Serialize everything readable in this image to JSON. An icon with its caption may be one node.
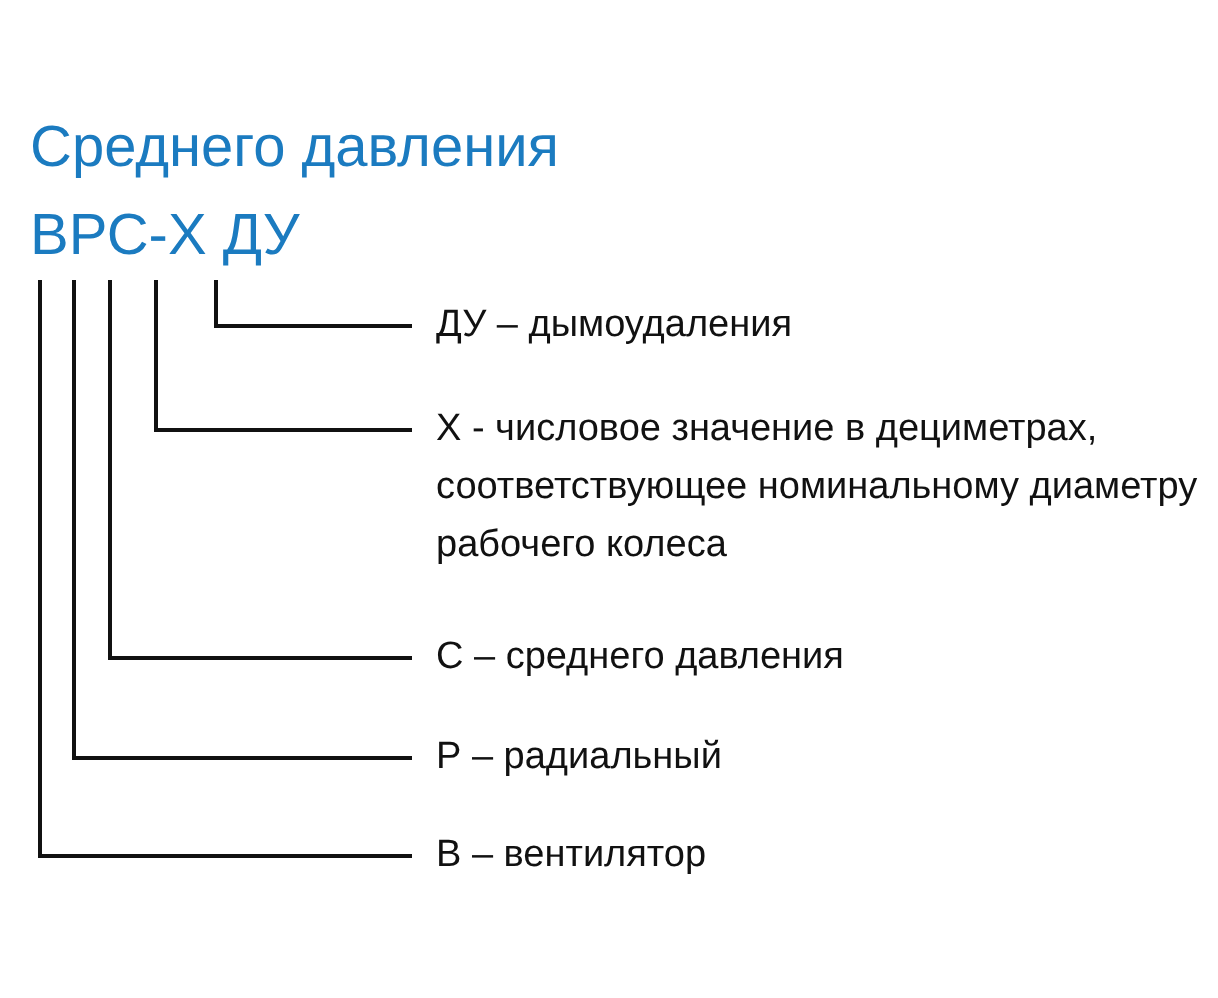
{
  "diagram": {
    "title": "Среднего давления",
    "nodes": [
      {
        "text": [
          "ВРС-Х ДУ"
        ]
      },
      {
        "text": [
          "ДУ – дымоудаления"
        ]
      },
      {
        "text": [
          "Х - числовое значение в дециметрах, соответствующее номинальному диаметру рабочего колеса"
        ]
      },
      {
        "text": [
          "С – среднего давления"
        ]
      },
      {
        "text": [
          "Р – радиальный"
        ]
      },
      {
        "text": [
          "В – вентилятор"
        ]
      }
    ],
    "edges": [
      {
        "from": 0,
        "to": 1,
        "arrow": "none"
      },
      {
        "from": 0,
        "to": 2,
        "arrow": "none"
      },
      {
        "from": 0,
        "to": 3,
        "arrow": "none"
      },
      {
        "from": 0,
        "to": 4,
        "arrow": "none"
      },
      {
        "from": 0,
        "to": 5,
        "arrow": "none"
      }
    ]
  }
}
